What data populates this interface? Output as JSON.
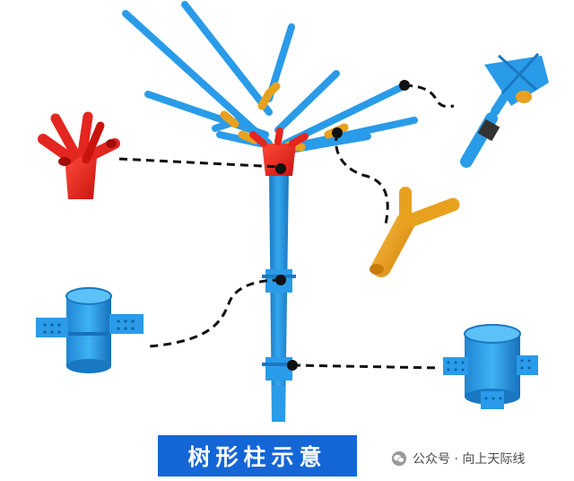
{
  "figure": {
    "title": "树形柱示意",
    "watermark": "公众号 · 向上天际线",
    "watermark_icon": "wechat-icon"
  },
  "colors": {
    "steel": "#2a9be8",
    "steel_dark": "#1a78c2",
    "branch_node": "#e8a11f",
    "top_node": "#e3261f",
    "leader_line": "#1a1a1a",
    "title_bg": "#1466d6",
    "title_text": "#ffffff"
  },
  "callouts": [
    {
      "id": "top-cast-node",
      "color": "red"
    },
    {
      "id": "branch-y-node",
      "color": "orange"
    },
    {
      "id": "branch-tip-connection",
      "color": "blue"
    },
    {
      "id": "mid-column-joint",
      "color": "blue"
    },
    {
      "id": "base-column-joint",
      "color": "blue"
    }
  ]
}
